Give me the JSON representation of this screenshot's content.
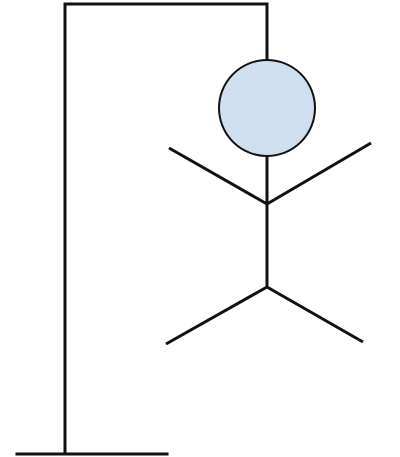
{
  "game": {
    "wrong_guesses": 6,
    "max_wrong_guesses": 6,
    "parts_shown": [
      "head",
      "body",
      "left-arm",
      "right-arm",
      "left-leg",
      "right-leg"
    ]
  },
  "colors": {
    "line": "#111111",
    "head_fill": "#cfdff0",
    "head_stroke": "#111111",
    "background": "#ffffff"
  }
}
